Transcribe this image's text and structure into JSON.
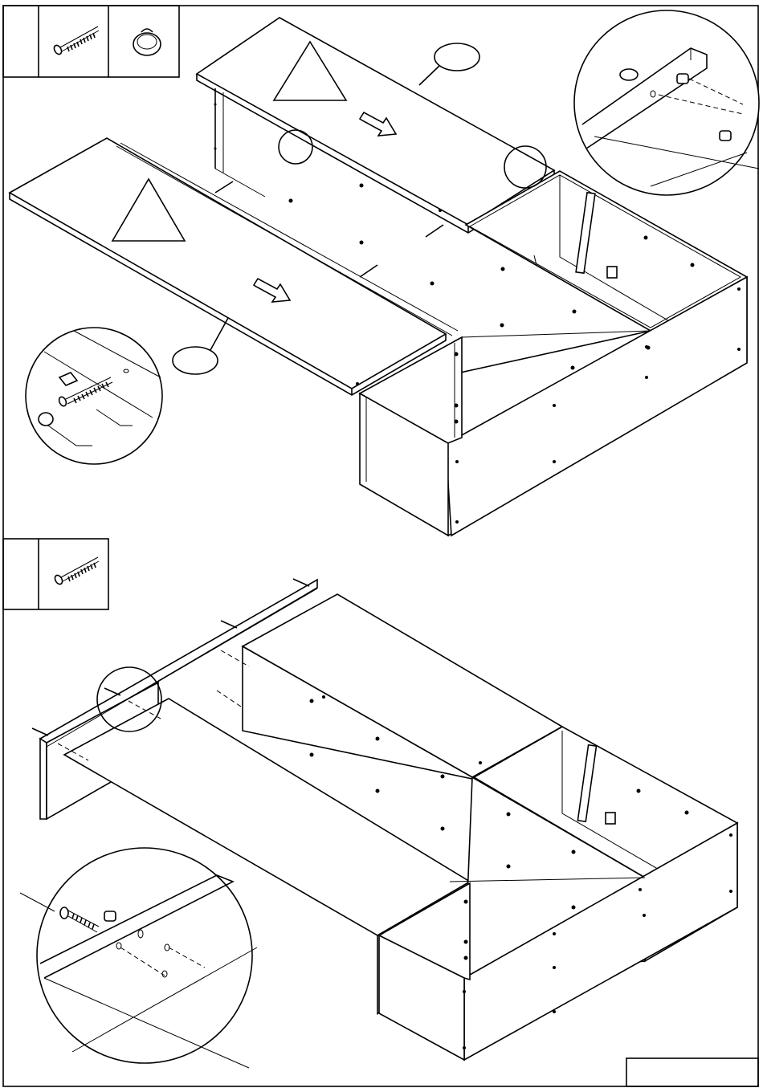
{
  "step_one": {
    "parts_box": {
      "step_number": "",
      "parts": [
        {
          "icon": "long-screw-icon",
          "quantity": ""
        },
        {
          "icon": "cam-lock-icon",
          "quantity": ""
        }
      ]
    },
    "callout_labels": [
      "",
      ""
    ],
    "warning_signs": [
      "",
      ""
    ],
    "detail_circles": [
      "screw-and-cam-detail",
      "dowel-detail"
    ]
  },
  "step_two": {
    "parts_box": {
      "step_number": "",
      "parts": [
        {
          "icon": "long-screw-icon",
          "quantity": ""
        }
      ]
    },
    "detail_circles": [
      "side-panel-screw-detail"
    ]
  },
  "page_number": "",
  "colors": {
    "line": "#000000",
    "paper": "#ffffff"
  }
}
